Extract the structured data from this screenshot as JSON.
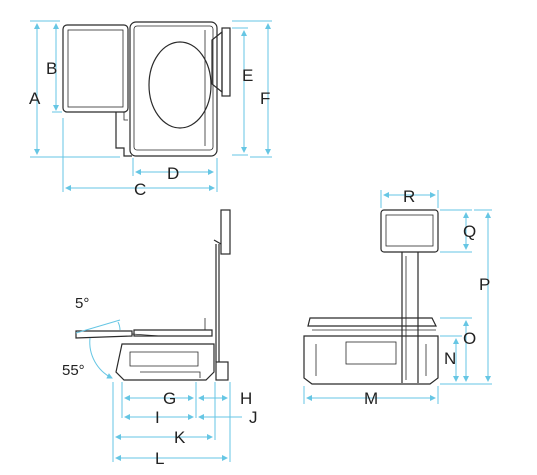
{
  "dimension_labels": {
    "A": "A",
    "B": "B",
    "C": "C",
    "D": "D",
    "E": "E",
    "F": "F",
    "G": "G",
    "H": "H",
    "I": "I",
    "J": "J",
    "K": "K",
    "L": "L",
    "M": "M",
    "N": "N",
    "O": "O",
    "P": "P",
    "Q": "Q",
    "R": "R"
  },
  "angles": {
    "top": "5°",
    "bottom": "55°"
  },
  "colors": {
    "dimension_line": "#66c6e4",
    "drawing": "#2a2a2a"
  }
}
